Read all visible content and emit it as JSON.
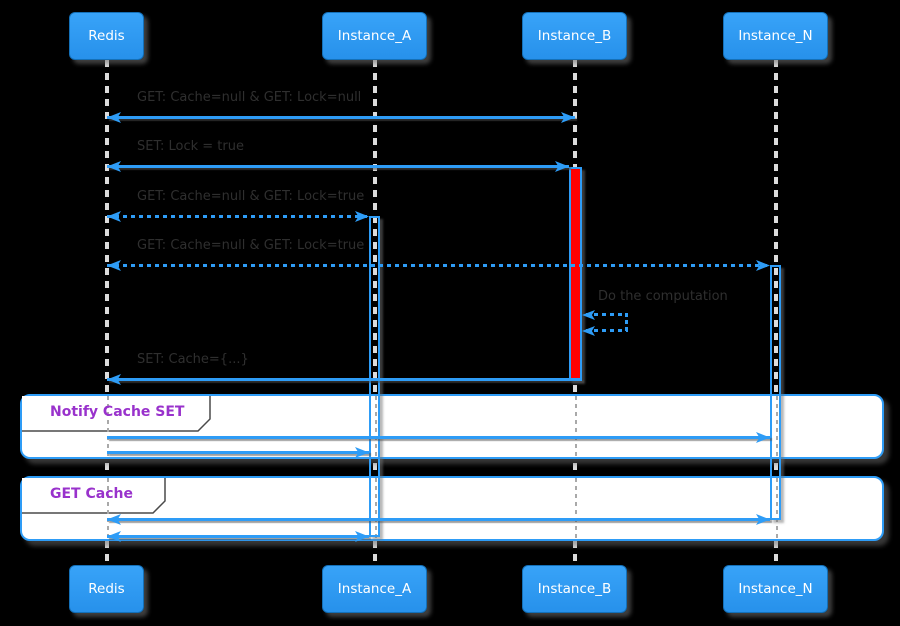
{
  "participants": [
    {
      "name": "Redis"
    },
    {
      "name": "Instance_A"
    },
    {
      "name": "Instance_B"
    },
    {
      "name": "Instance_N"
    }
  ],
  "messages": {
    "m1": "GET: Cache=null & GET: Lock=null",
    "m2": "SET: Lock = true",
    "m3": "GET: Cache=null & GET: Lock=true",
    "m4": "GET: Cache=null & GET: Lock=true",
    "m5": "Do the computation",
    "m6": "SET: Cache={...}"
  },
  "frames": [
    {
      "title": "Notify Cache SET"
    },
    {
      "title": "GET Cache"
    }
  ],
  "colors": {
    "background": "#000000",
    "accent_blue": "#2E9CF6",
    "participant_fill": "#2F9BF3",
    "participant_border": "#1470B8",
    "activation_red": "#FE0000",
    "frame_title_purple": "#9932CC",
    "message_text": "#2F2F2F",
    "lifeline_white": "#DCDCDC",
    "frame_tab_border": "#4A4A4A"
  }
}
